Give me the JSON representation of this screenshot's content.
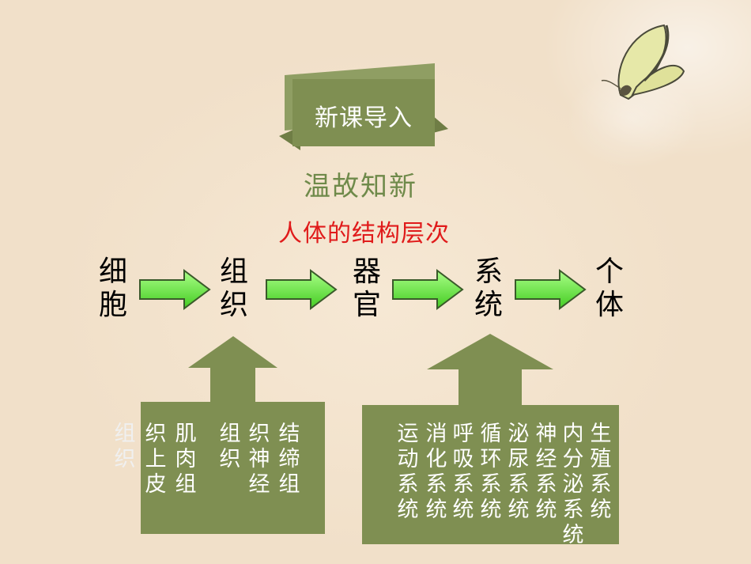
{
  "header": {
    "badge_label": "新课导入",
    "subtitle": "温故知新",
    "levels_title": "人体的结构层次"
  },
  "levels": [
    "细胞",
    "组织",
    "器官",
    "系统",
    "个体"
  ],
  "tissues": [
    "组织",
    "织上皮",
    "肌肉组",
    "组织",
    "织神经",
    "结缔组"
  ],
  "systems": [
    "运动系统",
    "消化系统",
    "呼吸系统",
    "循环系统",
    "泌尿系统",
    "神经系统",
    "内分泌系统",
    "生殖系统"
  ],
  "colors": {
    "olive": "#7f8f52",
    "arrow_green": "#66ee33",
    "title_red": "#e01b1b",
    "subtitle_green": "#6f8a4a",
    "background": "#f3e4cf"
  },
  "icons": [
    "butterfly-icon",
    "right-arrow-icon",
    "up-arrow-icon"
  ]
}
